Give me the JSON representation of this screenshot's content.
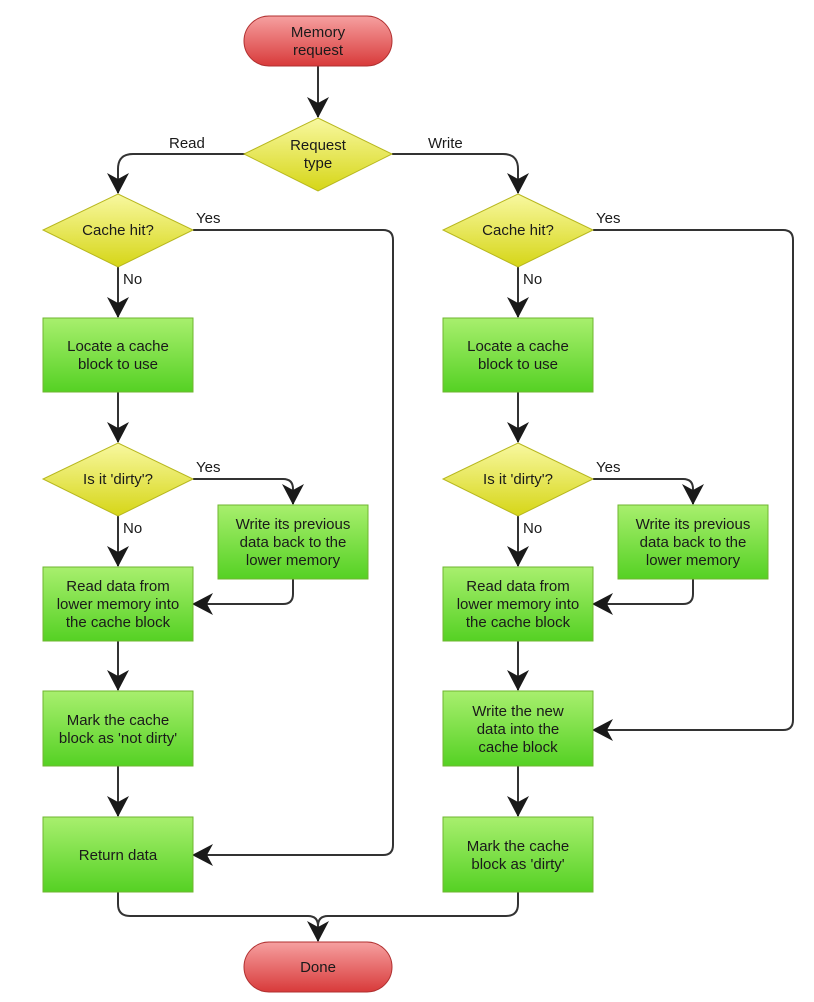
{
  "colors": {
    "process_fill_top": "#a8ef6e",
    "process_fill_bottom": "#55d124",
    "decision_fill_top": "#f8f8a0",
    "decision_fill_bottom": "#d6d617",
    "terminal_fill_top": "#f6a0a0",
    "terminal_fill_bottom": "#d83a3a",
    "connector": "#333333"
  },
  "nodes": {
    "memory_request": [
      "Memory",
      "request"
    ],
    "request_type": [
      "Request",
      "type"
    ],
    "read_cache_hit": [
      "Cache hit?"
    ],
    "write_cache_hit": [
      "Cache hit?"
    ],
    "read_locate": [
      "Locate a cache",
      "block to use"
    ],
    "write_locate": [
      "Locate a cache",
      "block to use"
    ],
    "read_dirty": [
      "Is it 'dirty'?"
    ],
    "write_dirty": [
      "Is it 'dirty'?"
    ],
    "read_writeback": [
      "Write its previous",
      "data back to the",
      "lower memory"
    ],
    "write_writeback": [
      "Write its previous",
      "data back to the",
      "lower memory"
    ],
    "read_readdata": [
      "Read data from",
      "lower memory into",
      "the cache block"
    ],
    "write_readdata": [
      "Read data from",
      "lower memory into",
      "the cache block"
    ],
    "read_mark": [
      "Mark the cache",
      "block as 'not dirty'"
    ],
    "write_newdata": [
      "Write the new",
      "data into the",
      "cache block"
    ],
    "read_return": [
      "Return data"
    ],
    "write_mark": [
      "Mark the cache",
      "block as 'dirty'"
    ],
    "done": [
      "Done"
    ]
  },
  "edge_labels": {
    "read": "Read",
    "write": "Write",
    "read_hit_yes": "Yes",
    "read_hit_no": "No",
    "write_hit_yes": "Yes",
    "write_hit_no": "No",
    "read_dirty_yes": "Yes",
    "read_dirty_no": "No",
    "write_dirty_yes": "Yes",
    "write_dirty_no": "No"
  }
}
